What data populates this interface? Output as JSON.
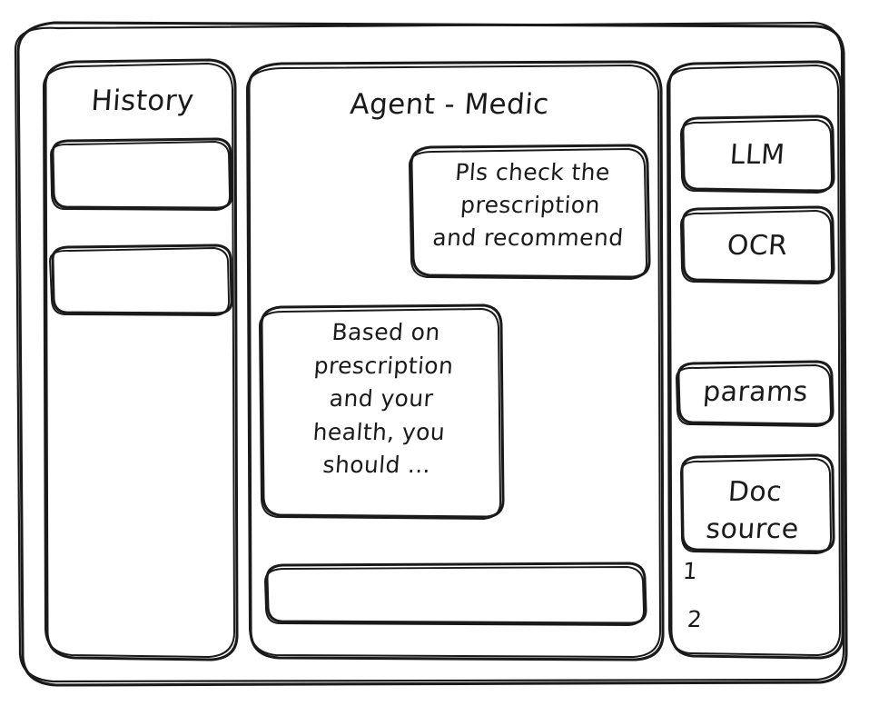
{
  "app": {
    "style": "hand-drawn-wireframe",
    "stroke_color": "#1a1a1a",
    "background_color": "#ffffff"
  },
  "sidebar_left": {
    "title": "History",
    "items": [
      {
        "label": "",
        "name": "history-item-1"
      },
      {
        "label": "",
        "name": "history-item-2"
      }
    ]
  },
  "main": {
    "title": "Agent - Medic",
    "messages": [
      {
        "role": "user",
        "text": "Pls check the\nprescription\nand recommend"
      },
      {
        "role": "agent",
        "text": "Based on\nprescription\nand your\nhealth, you\nshould ..."
      }
    ],
    "composer": {
      "value": "",
      "placeholder": ""
    }
  },
  "sidebar_right": {
    "cards": [
      {
        "label": "LLM",
        "name": "card-llm"
      },
      {
        "label": "OCR",
        "name": "card-ocr"
      },
      {
        "label": "params",
        "name": "card-params"
      },
      {
        "label": "Doc\nsource",
        "name": "card-doc-source"
      }
    ],
    "source_list": [
      "1",
      "2"
    ]
  }
}
